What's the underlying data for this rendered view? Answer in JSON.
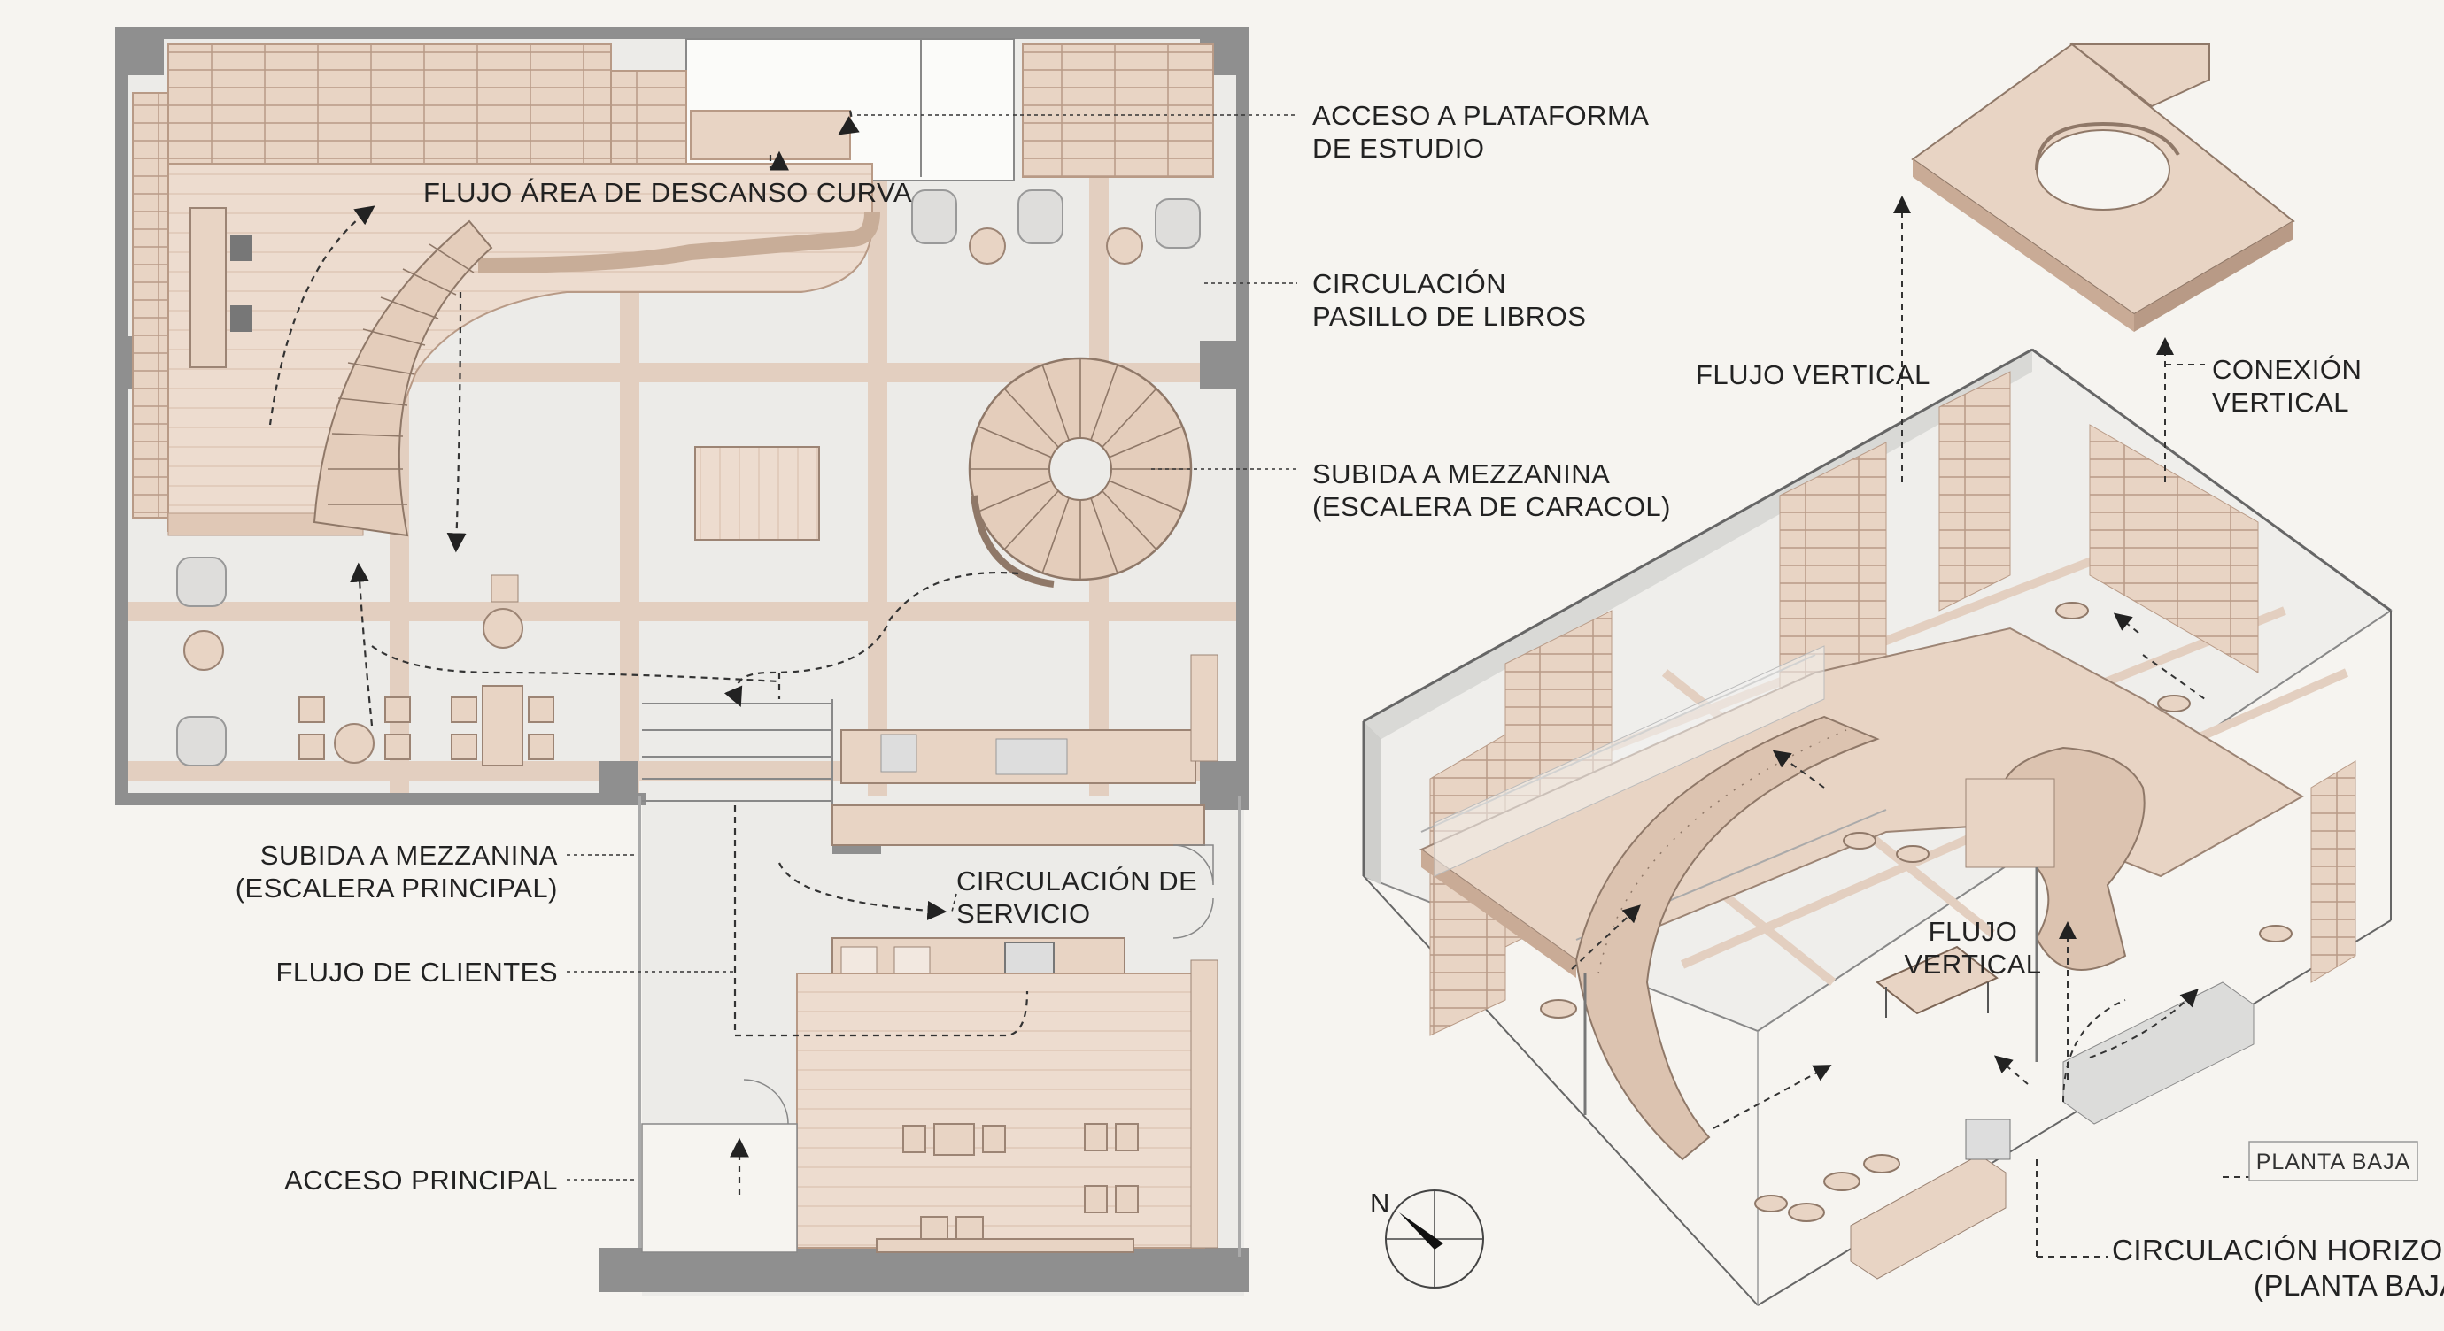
{
  "colors": {
    "paper": "#f6f4f0",
    "wood": "#e8d4c4",
    "wood_dark": "#b89a86",
    "floor": "#ecebe8",
    "grid": "#e3cfc0",
    "wall": "#8f8f8f",
    "line": "#555555"
  },
  "labels": {
    "acceso_plataforma": [
      "ACCESO A PLATAFORMA",
      "DE ESTUDIO"
    ],
    "circulacion_pasillo": [
      "CIRCULACIÓN",
      "PASILLO DE LIBROS"
    ],
    "subida_caracol": [
      "SUBIDA A MEZZANINA",
      "(ESCALERA DE CARACOL)"
    ],
    "flujo_area_curva": "FLUJO ÁREA DE DESCANSO CURVA",
    "subida_principal": [
      "SUBIDA A MEZZANINA",
      "(ESCALERA PRINCIPAL)"
    ],
    "circulacion_servicio": [
      "CIRCULACIÓN DE",
      "SERVICIO"
    ],
    "flujo_clientes": "FLUJO DE CLIENTES",
    "acceso_principal": "ACCESO PRINCIPAL",
    "flujo_vertical_top": "FLUJO VERTICAL",
    "conexion_vertical": [
      "CONEXIÓN",
      "VERTICAL"
    ],
    "flujo_vertical_mid": [
      "FLUJO",
      "VERTICAL"
    ],
    "circulacion_horizontal": [
      "CIRCULACIÓN HORIZONTAL",
      "(PLANTA BAJA"
    ],
    "placard": "PLANTA BAJA",
    "north": "N"
  }
}
